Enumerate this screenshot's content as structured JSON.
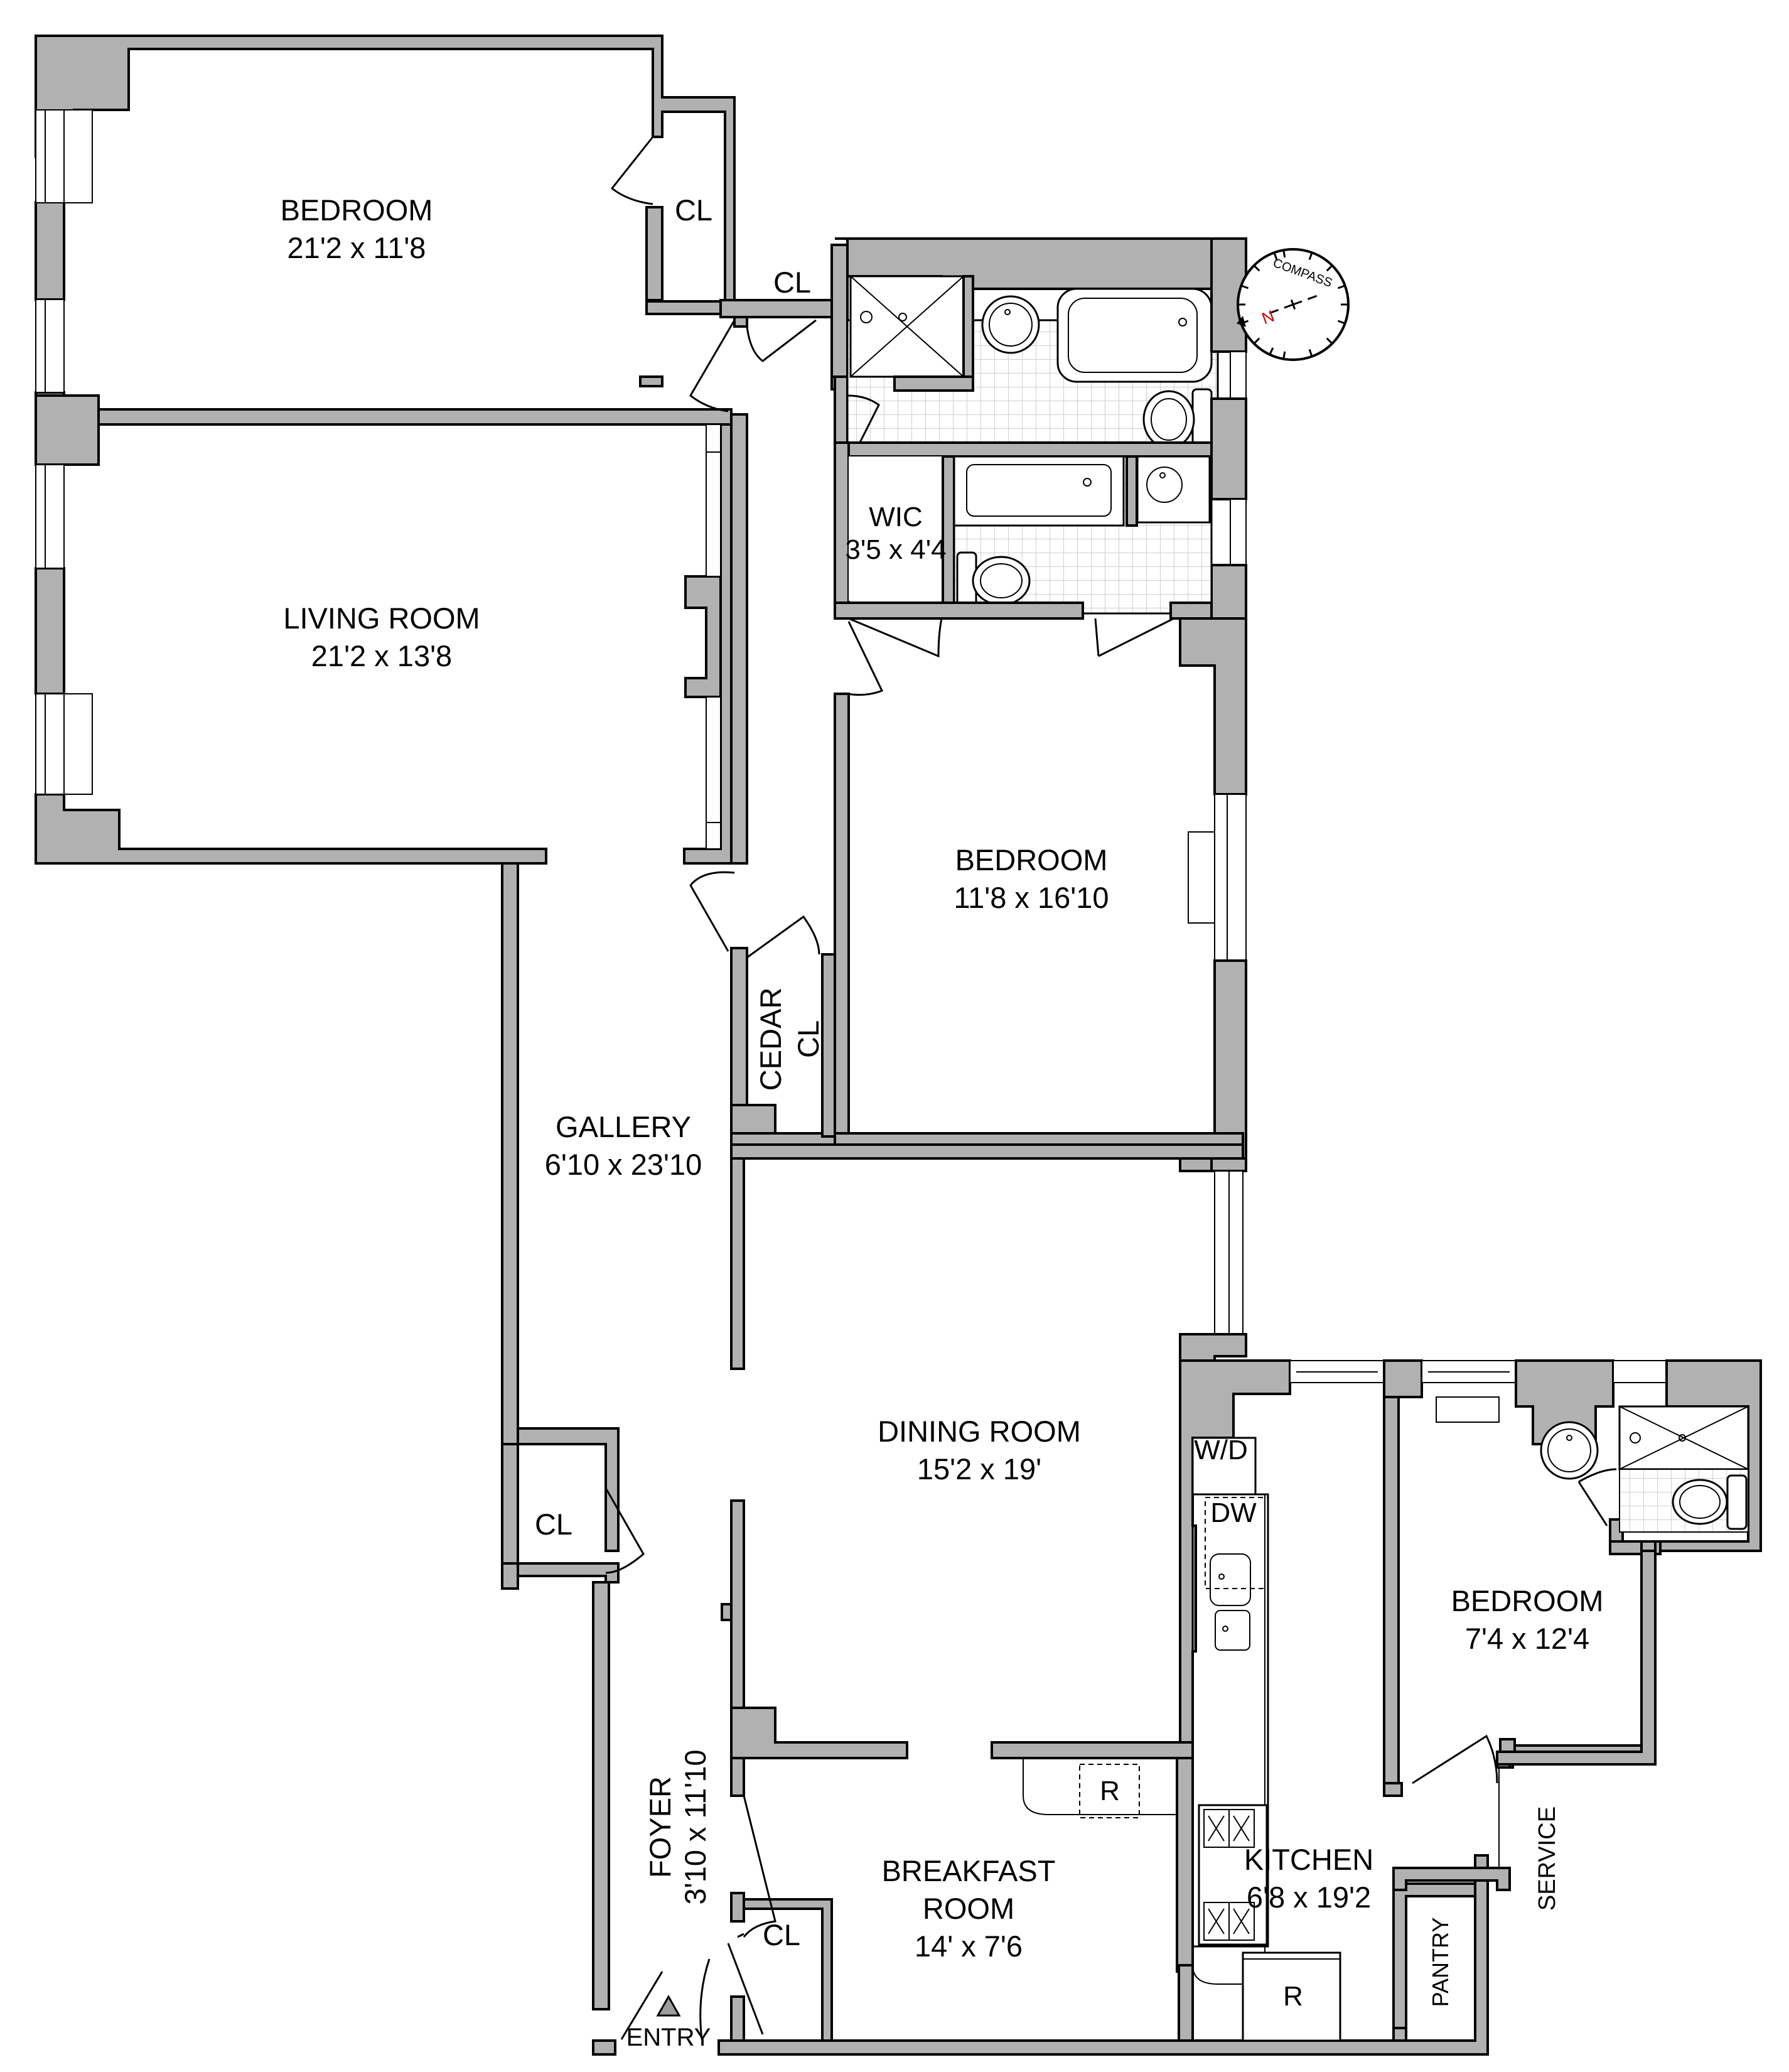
{
  "plan": {
    "colors": {
      "wall": "#b1b1b1",
      "line": "#000000",
      "tile": "#cfcfcf",
      "north": "#cc0000"
    },
    "rooms": [
      {
        "id": "bedroom-1",
        "name": "BEDROOM",
        "size": "21'2 x 11'8"
      },
      {
        "id": "living-room",
        "name": "LIVING ROOM",
        "size": "21'2 x 13'8"
      },
      {
        "id": "wic",
        "name": "WIC",
        "size": "3'5 x 4'4"
      },
      {
        "id": "bedroom-2",
        "name": "BEDROOM",
        "size": "11'8 x 16'10"
      },
      {
        "id": "gallery",
        "name": "GALLERY",
        "size": "6'10 x 23'10"
      },
      {
        "id": "dining-room",
        "name": "DINING ROOM",
        "size": "15'2 x 19'"
      },
      {
        "id": "bedroom-3",
        "name": "BEDROOM",
        "size": "7'4 x 12'4"
      },
      {
        "id": "foyer",
        "name": "FOYER",
        "size": "3'10 x 11'10"
      },
      {
        "id": "breakfast-room",
        "name": "BREAKFAST",
        "name2": "ROOM",
        "size": "14' x 7'6"
      },
      {
        "id": "kitchen",
        "name": "KITCHEN",
        "size": "6'8 x 19'2"
      }
    ],
    "closets": {
      "cl_bedroom1": "CL",
      "cl_hall": "CL",
      "cedar_1": "CEDAR",
      "cedar_2": "CL",
      "cl_gallery": "CL",
      "cl_foyer": "CL",
      "pantry": "PANTRY"
    },
    "fixtures": {
      "washer_dryer": "W/D",
      "dishwasher": "DW",
      "refrigerator_1": "R",
      "refrigerator_2": "R"
    },
    "markers": {
      "entry": "ENTRY",
      "service": "SERVICE",
      "compass_label": "COMPASS",
      "north": "N"
    }
  }
}
